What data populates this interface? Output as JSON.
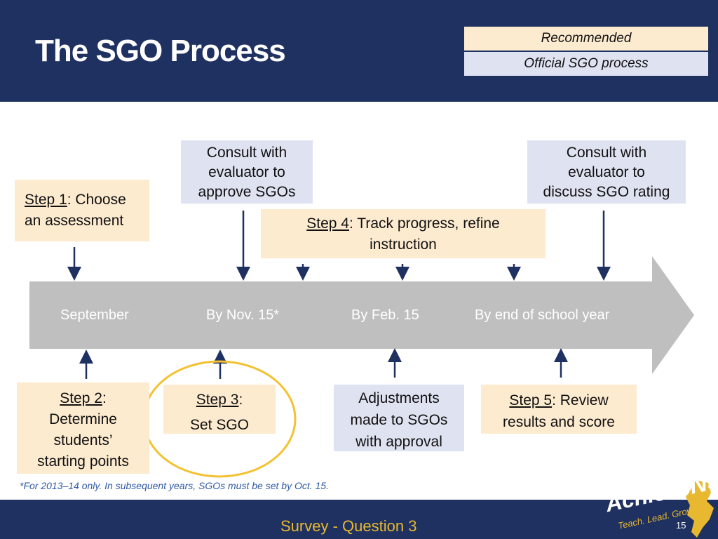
{
  "title": "The SGO Process",
  "legend": {
    "recommended": "Recommended",
    "official": "Official SGO process"
  },
  "boxes": {
    "consult_approve": {
      "line1": "Consult with",
      "line2": "evaluator to",
      "line3": "approve SGOs"
    },
    "consult_discuss": {
      "line1": "Consult with",
      "line2": "evaluator to",
      "line3": "discuss SGO rating"
    },
    "step1": {
      "label": "Step 1",
      "text1": ": Choose",
      "text2": "an assessment"
    },
    "step4": {
      "label": "Step 4",
      "text1": ": Track progress, refine",
      "text2": "instruction"
    },
    "step2": {
      "label": "Step 2",
      "text1": ":",
      "text2": "Determine",
      "text3": "students’",
      "text4": "starting points"
    },
    "step3": {
      "label": "Step 3",
      "text1": ":",
      "text2": "Set SGO"
    },
    "adjust": {
      "line1": "Adjustments",
      "line2": "made to SGOs",
      "line3": "with approval"
    },
    "step5": {
      "label": "Step 5",
      "text1": ": Review",
      "text2": "results and score"
    }
  },
  "timeline": {
    "labels": [
      "September",
      "By Nov. 15*",
      "By Feb. 15",
      "By end of school year"
    ]
  },
  "footnote": "*For 2013–14 only. In subsequent years, SGOs must be set by Oct. 15.",
  "footer": {
    "survey": "Survey - Question 3",
    "page": "15",
    "logo_main": "Achieve",
    "logo_nj": "NJ",
    "logo_tagline": "Teach. Lead. Grow."
  },
  "colors": {
    "navy": "#1f3160",
    "recommended_fill": "#fdebd0",
    "official_fill": "#dfe3f1",
    "timeline_gray": "#bfbfbf",
    "highlight_circle": "#f2c232",
    "accent_gold": "#e8b830"
  }
}
